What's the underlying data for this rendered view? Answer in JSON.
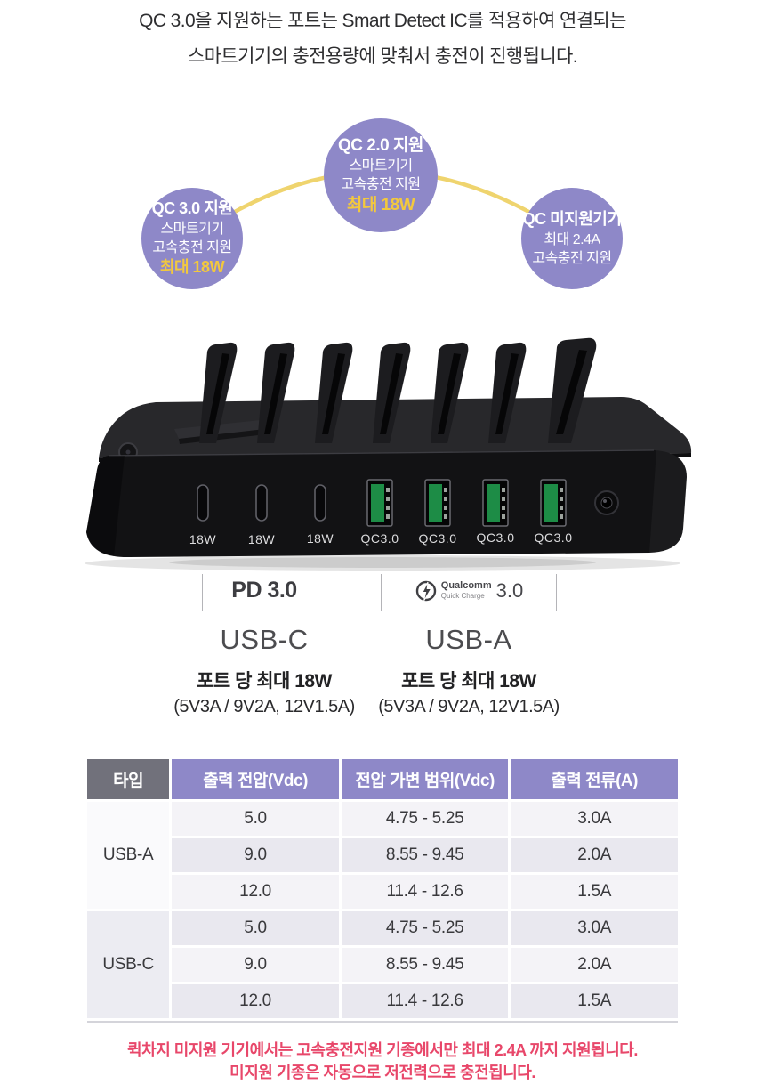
{
  "intro": {
    "line1": "QC 3.0을 지원하는 포트는 Smart Detect IC를 적용하여 연결되는",
    "line2": "스마트기기의 충전용량에 맞춰서 충전이 진행됩니다."
  },
  "diagram": {
    "colors": {
      "bubble": "#8e88c8",
      "connector": "#efd46e",
      "highlight": "#f2c83e"
    },
    "bubbles": [
      {
        "id": "qc30",
        "title": "QC 3.0 지원",
        "body1": "스마트기기",
        "body2": "고속충전 지원",
        "highlight": "최대 18W"
      },
      {
        "id": "qc20",
        "title": "QC 2.0 지원",
        "body1": "스마트기기",
        "body2": "고속충전 지원",
        "highlight": "최대 18W"
      },
      {
        "id": "no-qc",
        "title": "QC 미지원기기",
        "body1": "최대 2.4A",
        "body2": "고속충전 지원"
      }
    ]
  },
  "device": {
    "usb_c_labels": [
      "18W",
      "18W",
      "18W"
    ],
    "usb_a_labels": [
      "QC3.0",
      "QC3.0",
      "QC3.0",
      "QC3.0"
    ]
  },
  "sections": [
    {
      "badge": "PD 3.0",
      "heading": "USB-C",
      "line1": "포트 당 최대 18W",
      "line2": "(5V3A / 9V2A, 12V1.5A)"
    },
    {
      "badge": {
        "brand": "Qualcomm",
        "sub": "Quick Charge",
        "version": "3.0"
      },
      "heading": "USB-A",
      "line1": "포트 당 최대 18W",
      "line2": "(5V3A / 9V2A, 12V1.5A)"
    }
  ],
  "table": {
    "headers": [
      "타입",
      "출력 전압(Vdc)",
      "전압 가변 범위(Vdc)",
      "출력 전류(A)"
    ],
    "colors": {
      "header_type_bg": "#71717b",
      "header_bg": "#8e88c8",
      "row_light": "#f4f3f7",
      "row_dark": "#e9e8ef"
    },
    "groups": [
      {
        "type": "USB-A",
        "rows": [
          [
            "5.0",
            "4.75 - 5.25",
            "3.0A"
          ],
          [
            "9.0",
            "8.55 - 9.45",
            "2.0A"
          ],
          [
            "12.0",
            "11.4 - 12.6",
            "1.5A"
          ]
        ]
      },
      {
        "type": "USB-C",
        "rows": [
          [
            "5.0",
            "4.75 - 5.25",
            "3.0A"
          ],
          [
            "9.0",
            "8.55 - 9.45",
            "2.0A"
          ],
          [
            "12.0",
            "11.4 - 12.6",
            "1.5A"
          ]
        ]
      }
    ]
  },
  "footnote": {
    "line1": "퀵차지 미지원 기기에서는 고속충전지원 기종에서만 최대 2.4A 까지 지원됩니다.",
    "line2": "미지원 기종은 자동으로 저전력으로 충전됩니다.",
    "color": "#e8476a"
  }
}
